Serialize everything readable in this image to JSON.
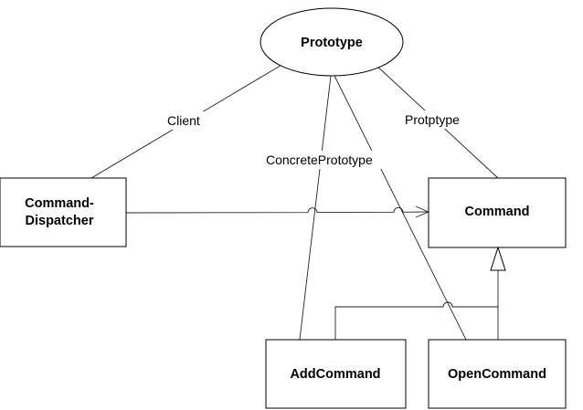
{
  "diagram": {
    "collaboration": {
      "name": "Prototype"
    },
    "roles": {
      "client": "Client",
      "concrete_prototype": "ConcretePrototype",
      "prototype": "Protptype"
    },
    "classes": {
      "command_dispatcher": {
        "line1": "Command-",
        "line2": "Dispatcher"
      },
      "command": {
        "name": "Command"
      },
      "add_command": {
        "name": "AddCommand"
      },
      "open_command": {
        "name": "OpenCommand"
      }
    },
    "colors": {
      "stroke": "#000000",
      "background": "#ffffff"
    }
  }
}
